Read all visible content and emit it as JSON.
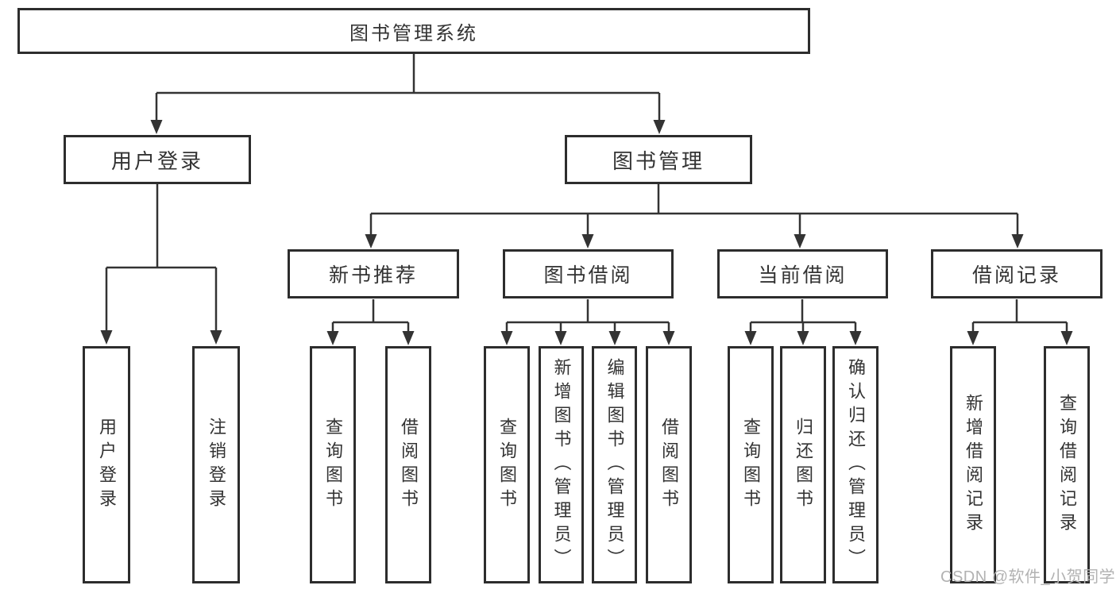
{
  "diagram": {
    "root": "图书管理系统",
    "level2": {
      "login": "用户登录",
      "manage": "图书管理"
    },
    "login_children": [
      "用户登录",
      "注销登录"
    ],
    "sections": [
      "新书推荐",
      "图书借阅",
      "当前借阅",
      "借阅记录"
    ],
    "new_book_children": [
      "查询图书",
      "借阅图书"
    ],
    "borrow_children": [
      "查询图书",
      "新增图书（管理员）",
      "编辑图书（管理员）",
      "借阅图书"
    ],
    "current_children": [
      "查询图书",
      "归还图书",
      "确认归还（管理员）"
    ],
    "record_children": [
      "新增借阅记录",
      "查询借阅记录"
    ]
  },
  "watermark": "CSDN @软件_小贺同学",
  "colors": {
    "line": "#333333",
    "box_border": "#2d2d2d",
    "text": "#333333",
    "watermark_text": "#b2b2b2",
    "background": "#ffffff"
  }
}
